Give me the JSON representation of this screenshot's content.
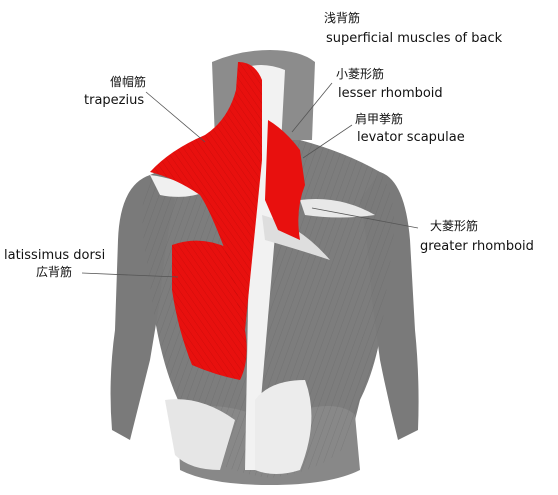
{
  "title": {
    "ja": "浅背筋",
    "en": "superficial muscles of back"
  },
  "labels": {
    "trapezius": {
      "ja": "僧帽筋",
      "en": "trapezius"
    },
    "lesser_rhomboid": {
      "ja": "小菱形筋",
      "en": "lesser rhomboid"
    },
    "levator_scapulae": {
      "ja": "肩甲挙筋",
      "en": "levator scapulae"
    },
    "greater_rhomboid": {
      "ja": "大菱形筋",
      "en": "greater rhomboid"
    },
    "latissimus_dorsi": {
      "ja": "広背筋",
      "en": "latissimus dorsi"
    }
  },
  "colors": {
    "highlight_muscle": "#e8100e",
    "body_gray": "#7d7d7d",
    "tendon_white": "#f2f2f2",
    "leader_line": "#555555"
  }
}
